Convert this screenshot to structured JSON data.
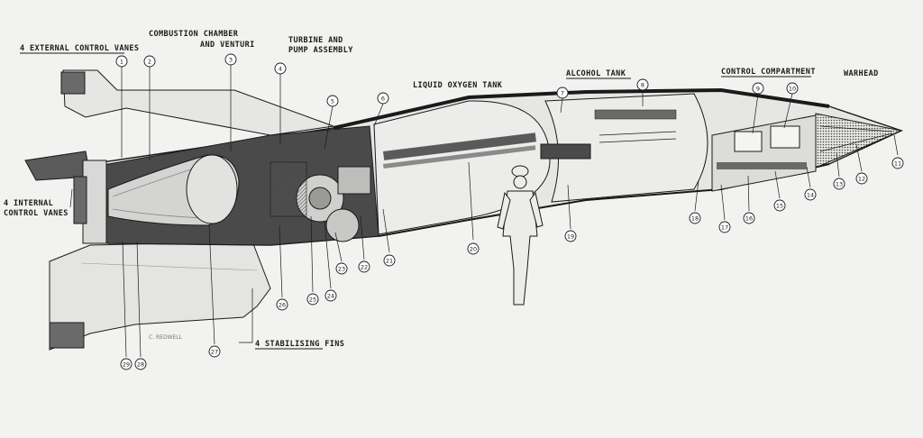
{
  "diagram": {
    "labels": {
      "external_vanes": "4 EXTERNAL CONTROL VANES",
      "combustion_1": "COMBUSTION CHAMBER",
      "combustion_2": "AND VENTURI",
      "turbine_1": "TURBINE AND",
      "turbine_2": "PUMP ASSEMBLY",
      "lox_tank": "LIQUID OXYGEN TANK",
      "alcohol_tank": "ALCOHOL TANK",
      "control_compartment": "CONTROL COMPARTMENT",
      "warhead": "WARHEAD",
      "internal_vanes_1": "4 INTERNAL",
      "internal_vanes_2": "CONTROL VANES",
      "stabilising_fins": "4 STABILISING FINS",
      "signature": "C. REDWELL"
    },
    "callouts": [
      "1",
      "2",
      "3",
      "4",
      "5",
      "6",
      "7",
      "8",
      "9",
      "10",
      "11",
      "12",
      "13",
      "14",
      "15",
      "16",
      "17",
      "18",
      "19",
      "20",
      "21",
      "22",
      "23",
      "24",
      "25",
      "26",
      "27",
      "28",
      "29"
    ],
    "colors": {
      "background": "#f2f2f0",
      "ink": "#1a1a1a",
      "body_fill": "#e4e4e2",
      "dark_fill": "#5a5a5a"
    }
  }
}
